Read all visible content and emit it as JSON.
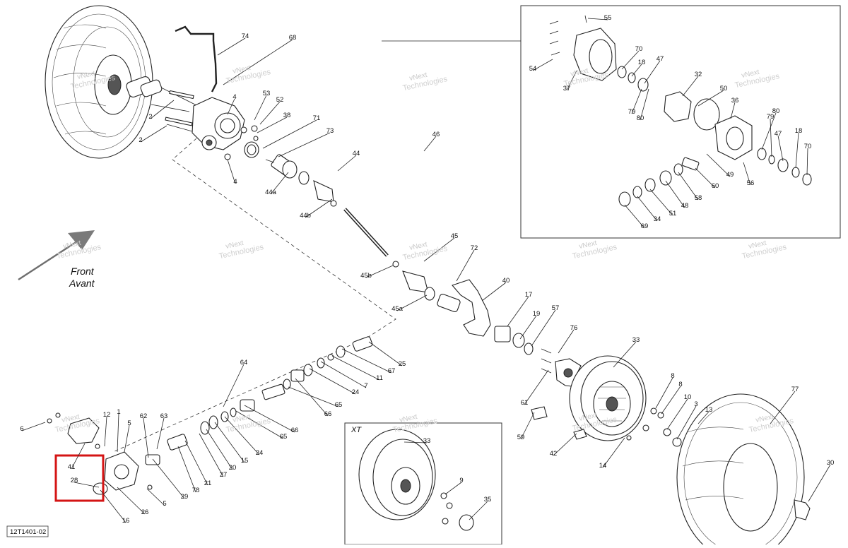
{
  "diagram_code": "12T1401-02",
  "direction": {
    "line1": "Front",
    "line2": "Avant"
  },
  "xt_label": "XT",
  "watermark": {
    "line1": "vNext",
    "line2": "Technologies"
  },
  "callouts": [
    {
      "n": "74"
    },
    {
      "n": "68"
    },
    {
      "n": "2"
    },
    {
      "n": "2"
    },
    {
      "n": "4"
    },
    {
      "n": "53"
    },
    {
      "n": "52"
    },
    {
      "n": "38"
    },
    {
      "n": "71"
    },
    {
      "n": "73"
    },
    {
      "n": "4"
    },
    {
      "n": "44"
    },
    {
      "n": "44a"
    },
    {
      "n": "44b"
    },
    {
      "n": "46"
    },
    {
      "n": "45"
    },
    {
      "n": "45b"
    },
    {
      "n": "45a"
    },
    {
      "n": "72"
    },
    {
      "n": "40"
    },
    {
      "n": "17"
    },
    {
      "n": "19"
    },
    {
      "n": "57"
    },
    {
      "n": "76"
    },
    {
      "n": "33"
    },
    {
      "n": "8"
    },
    {
      "n": "8"
    },
    {
      "n": "10"
    },
    {
      "n": "3"
    },
    {
      "n": "13"
    },
    {
      "n": "77"
    },
    {
      "n": "30"
    },
    {
      "n": "25"
    },
    {
      "n": "67"
    },
    {
      "n": "11"
    },
    {
      "n": "7"
    },
    {
      "n": "24"
    },
    {
      "n": "64"
    },
    {
      "n": "66"
    },
    {
      "n": "65"
    },
    {
      "n": "66"
    },
    {
      "n": "65"
    },
    {
      "n": "24"
    },
    {
      "n": "15"
    },
    {
      "n": "20"
    },
    {
      "n": "27"
    },
    {
      "n": "21"
    },
    {
      "n": "78"
    },
    {
      "n": "29"
    },
    {
      "n": "5"
    },
    {
      "n": "26"
    },
    {
      "n": "16"
    },
    {
      "n": "62"
    },
    {
      "n": "63"
    },
    {
      "n": "12"
    },
    {
      "n": "1"
    },
    {
      "n": "5"
    },
    {
      "n": "6"
    },
    {
      "n": "41"
    },
    {
      "n": "28"
    },
    {
      "n": "61"
    },
    {
      "n": "59"
    },
    {
      "n": "42"
    },
    {
      "n": "14"
    },
    {
      "n": "33"
    },
    {
      "n": "9"
    },
    {
      "n": "35"
    },
    {
      "n": "55"
    },
    {
      "n": "70"
    },
    {
      "n": "18"
    },
    {
      "n": "47"
    },
    {
      "n": "54"
    },
    {
      "n": "37"
    },
    {
      "n": "32"
    },
    {
      "n": "50"
    },
    {
      "n": "79"
    },
    {
      "n": "80"
    },
    {
      "n": "36"
    },
    {
      "n": "80"
    },
    {
      "n": "79"
    },
    {
      "n": "47"
    },
    {
      "n": "18"
    },
    {
      "n": "70"
    },
    {
      "n": "49"
    },
    {
      "n": "56"
    },
    {
      "n": "60"
    },
    {
      "n": "58"
    },
    {
      "n": "48"
    },
    {
      "n": "51"
    },
    {
      "n": "34"
    },
    {
      "n": "69"
    }
  ],
  "highlight": {
    "color": "#d41414",
    "labels": [
      "41",
      "28"
    ]
  }
}
